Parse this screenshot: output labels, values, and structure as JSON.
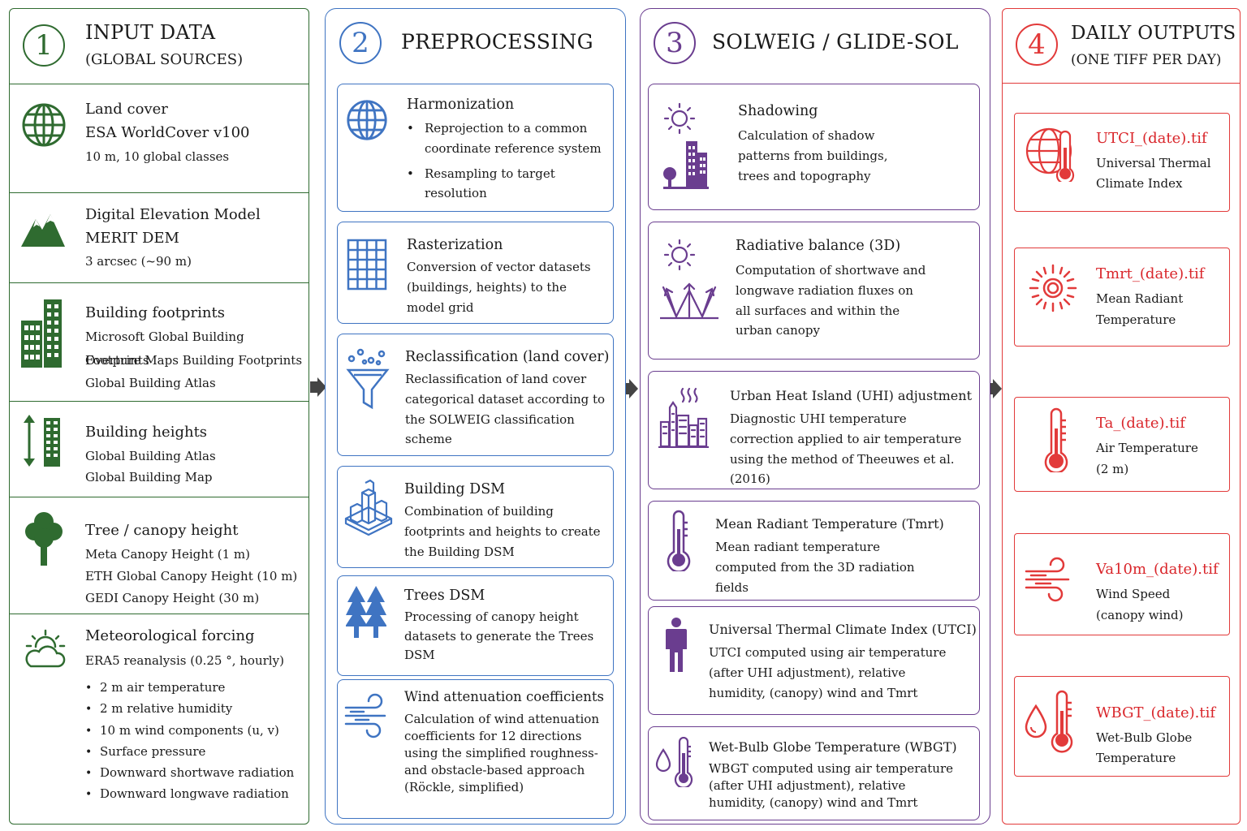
{
  "col1": {
    "num": "1",
    "title": "INPUT DATA",
    "subtitle": "(GLOBAL SOURCES)",
    "sections": [
      {
        "title": "Land cover",
        "lines": [
          "ESA WorldCover v100",
          "10 m, 10 global classes"
        ]
      },
      {
        "title": "Digital Elevation Model",
        "lines": [
          "MERIT DEM",
          "3 arcsec (~90 m)"
        ]
      },
      {
        "title": "Building footprints",
        "lines": [
          "Microsoft Global Building Footprints",
          "Overture Maps Building Footprints",
          "Global Building Atlas"
        ]
      },
      {
        "title": "Building heights",
        "lines": [
          "Global Building Atlas",
          "Global Building Map"
        ]
      },
      {
        "title": "Tree / canopy height",
        "lines": [
          "Meta Canopy Height (1 m)",
          "ETH Global Canopy Height (10 m)",
          "GEDI Canopy Height (30 m)"
        ]
      },
      {
        "title": "Meteorological forcing",
        "lines": [
          "ERA5 reanalysis (0.25 °, hourly)"
        ],
        "bullets": [
          "2 m air temperature",
          "2 m relative humidity",
          "10 m wind components (u, v)",
          "Surface pressure",
          "Downward shortwave radiation",
          "Downward longwave radiation"
        ]
      }
    ]
  },
  "col2": {
    "num": "2",
    "title": "PREPROCESSING",
    "cards": [
      {
        "title": "Harmonization",
        "bullets": [
          "Reprojection to a common coordinate reference system",
          "Resampling to target resolution"
        ]
      },
      {
        "title": "Rasterization",
        "text": "Conversion of vector datasets (buildings, heights) to the model grid"
      },
      {
        "title": "Reclassification (land cover)",
        "text": "Reclassification of land cover categorical dataset according to the SOLWEIG classification scheme"
      },
      {
        "title": "Building DSM",
        "text": "Combination of building footprints and heights to create the Building DSM"
      },
      {
        "title": "Trees DSM",
        "text": "Processing of canopy height datasets to generate the Trees DSM"
      },
      {
        "title": "Wind attenuation coefficients",
        "text": "Calculation of wind attenuation coefficients for 12 directions using the simplified roughness- and obstacle-based approach (Röckle, simplified)"
      }
    ]
  },
  "col3": {
    "num": "3",
    "title": "SOLWEIG / GLIDE-SOL",
    "cards": [
      {
        "title": "Shadowing",
        "text": "Calculation of shadow patterns from buildings, trees and topography"
      },
      {
        "title": "Radiative balance (3D)",
        "text": "Computation of shortwave and longwave radiation fluxes on all surfaces and within the urban canopy"
      },
      {
        "title": "Urban Heat Island (UHI) adjustment",
        "text": "Diagnostic UHI temperature correction applied to air temperature using the method of Theeuwes et al. (2016)"
      },
      {
        "title": "Mean Radiant Temperature (Tmrt)",
        "text": "Mean radiant temperature computed from the 3D radiation fields"
      },
      {
        "title": "Universal Thermal Climate Index (UTCI)",
        "text": "UTCI computed using air temperature (after UHI adjustment), relative humidity, (canopy) wind and Tmrt"
      },
      {
        "title": "Wet-Bulb Globe Temperature (WBGT)",
        "text": "WBGT computed using air temperature (after UHI adjustment), relative humidity, (canopy) wind and Tmrt"
      }
    ]
  },
  "col4": {
    "num": "4",
    "title": "DAILY OUTPUTS",
    "subtitle": "(ONE TIFF PER DAY)",
    "cards": [
      {
        "file": "UTCI_(date).tif",
        "desc": [
          "Universal Thermal",
          "Climate Index"
        ]
      },
      {
        "file": "Tmrt_(date).tif",
        "desc": [
          "Mean Radiant",
          "Temperature"
        ]
      },
      {
        "file": "Ta_(date).tif",
        "desc": [
          "Air Temperature",
          "(2 m)"
        ]
      },
      {
        "file": "Va10m_(date).tif",
        "desc": [
          "Wind Speed",
          "(canopy wind)"
        ]
      },
      {
        "file": "WBGT_(date).tif",
        "desc": [
          "Wet-Bulb Globe",
          "Temperature"
        ]
      }
    ]
  },
  "colors": {
    "green": "#2f6b30",
    "blue": "#3f74c2",
    "purple": "#6a3d8f",
    "red": "#e23a3a",
    "arrow": "#444444"
  }
}
